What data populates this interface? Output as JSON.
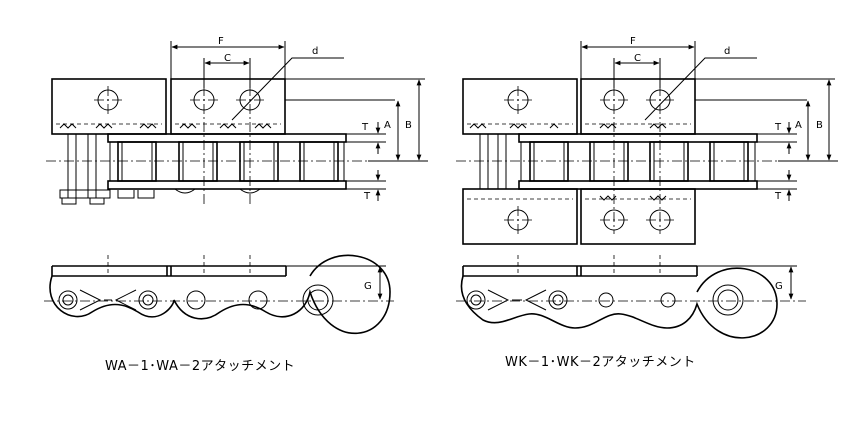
{
  "left_figure": {
    "caption": "WA－1･WA－2アタッチメント",
    "labels": {
      "F": "F",
      "C": "C",
      "d": "d",
      "A": "A",
      "B": "B",
      "T_top": "T",
      "T_bottom": "T",
      "G": "G"
    }
  },
  "right_figure": {
    "caption": "WK－1･WK－2アタッチメント",
    "labels": {
      "F": "F",
      "C": "C",
      "d": "d",
      "A": "A",
      "B": "B",
      "T_top": "T",
      "T_bottom": "T",
      "G": "G"
    }
  }
}
